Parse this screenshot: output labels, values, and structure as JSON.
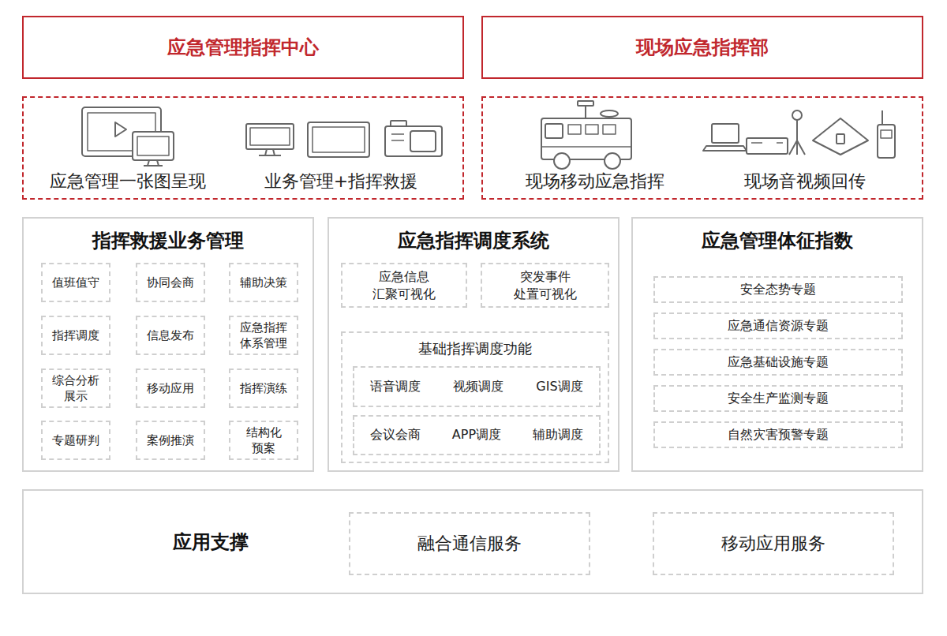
{
  "diagram": {
    "nodes": [
      {
        "text": [
          "应急管理指挥中心"
        ]
      },
      {
        "text": [
          "现场应急指挥部"
        ]
      },
      {
        "text": [
          "应急管理一张图呈现",
          "业务管理+指挥救援"
        ]
      },
      {
        "text": [
          "现场移动应急指挥",
          "现场音视频回传"
        ]
      },
      {
        "text": [
          "指挥救援业务管理"
        ]
      },
      {
        "text": [
          "值班值守"
        ],
        "in": 4
      },
      {
        "text": [
          "协同会商"
        ],
        "in": 4
      },
      {
        "text": [
          "辅助决策"
        ],
        "in": 4
      },
      {
        "text": [
          "指挥调度"
        ],
        "in": 4
      },
      {
        "text": [
          "信息发布"
        ],
        "in": 4
      },
      {
        "text": [
          "应急指挥 体系管理"
        ],
        "in": 4
      },
      {
        "text": [
          "综合分析 展示"
        ],
        "in": 4
      },
      {
        "text": [
          "移动应用"
        ],
        "in": 4
      },
      {
        "text": [
          "指挥演练"
        ],
        "in": 4
      },
      {
        "text": [
          "专题研判"
        ],
        "in": 4
      },
      {
        "text": [
          "案例推演"
        ],
        "in": 4
      },
      {
        "text": [
          "结构化 预案"
        ],
        "in": 4
      },
      {
        "text": [
          "应急指挥调度系统"
        ]
      },
      {
        "text": [
          "应急信息 汇聚可视化"
        ],
        "in": 17
      },
      {
        "text": [
          "突发事件 处置可视化"
        ],
        "in": 17
      },
      {
        "text": [
          "基础指挥调度功能"
        ],
        "in": 17
      },
      {
        "text": [
          "语音调度",
          "视频调度",
          "GIS调度"
        ],
        "in": 20
      },
      {
        "text": [
          "会议会商",
          "APP调度",
          "辅助调度"
        ],
        "in": 20
      },
      {
        "text": [
          "应急管理体征指数"
        ]
      },
      {
        "text": [
          "安全态势专题"
        ],
        "in": 23
      },
      {
        "text": [
          "应急通信资源专题"
        ],
        "in": 23
      },
      {
        "text": [
          "应急基础设施专题"
        ],
        "in": 23
      },
      {
        "text": [
          "安全生产监测专题"
        ],
        "in": 23
      },
      {
        "text": [
          "自然灾害预警专题"
        ],
        "in": 23
      },
      {
        "text": [
          "应用支撑"
        ]
      },
      {
        "text": [
          "融合通信服务"
        ],
        "in": 29
      },
      {
        "text": [
          "移动应用服务"
        ],
        "in": 29
      }
    ]
  }
}
